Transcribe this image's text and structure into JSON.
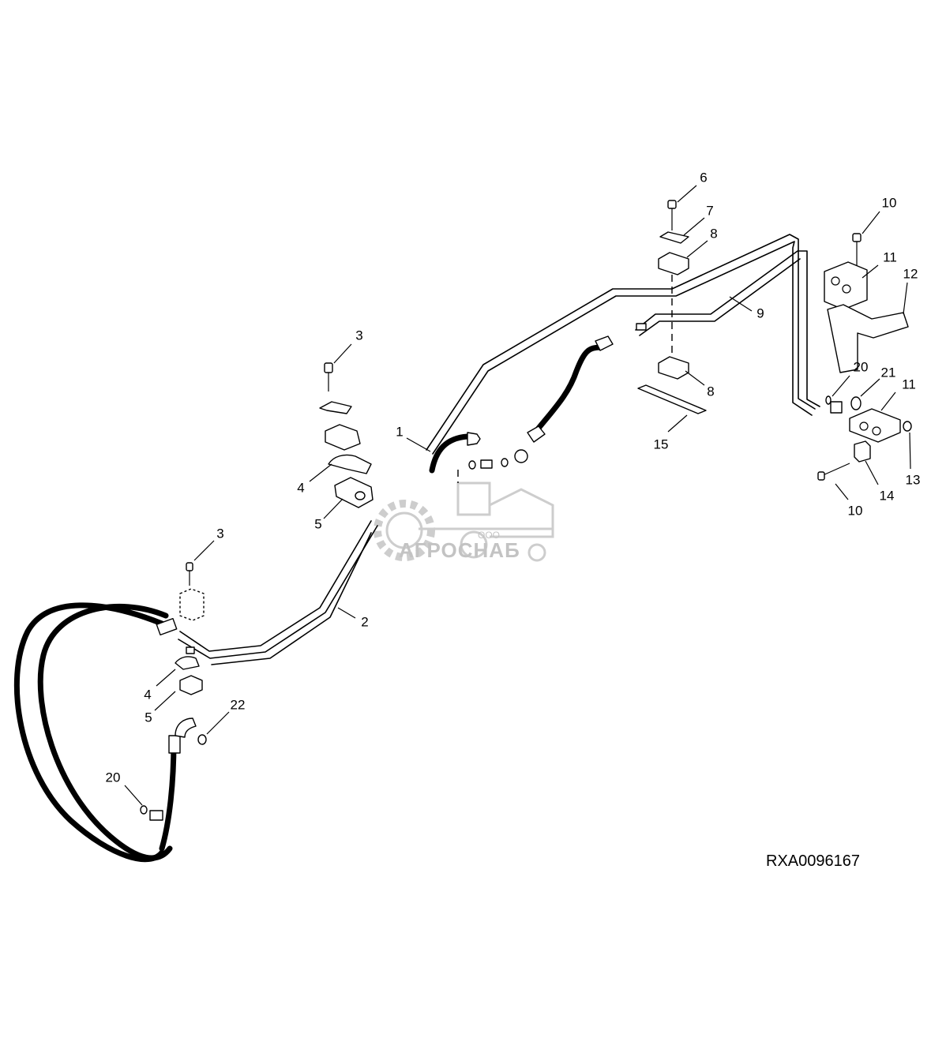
{
  "drawing_code": "RXA0096167",
  "watermark": {
    "main": "АГРОСНАБ",
    "small": "ООО"
  },
  "callouts": [
    "1",
    "2",
    "3",
    "3",
    "4",
    "4",
    "5",
    "5",
    "6",
    "7",
    "8",
    "8",
    "9",
    "10",
    "10",
    "11",
    "11",
    "12",
    "13",
    "14",
    "15",
    "20",
    "20",
    "21",
    "22"
  ],
  "colors": {
    "ink": "#000000",
    "background": "#ffffff",
    "watermark": "#bdbdbd"
  }
}
